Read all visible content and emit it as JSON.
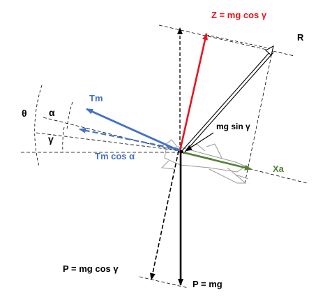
{
  "labels": {
    "z": "Z = mg cos γ",
    "r": "R",
    "tm": "Tm",
    "tm_cos": "Tm cos α",
    "mg_sin": "mg sin γ",
    "xa": "Xa",
    "p_cos": "P = mg cos γ",
    "p": "P = mg",
    "theta": "θ",
    "alpha": "α",
    "gamma": "γ"
  },
  "colors": {
    "z": "#e8141c",
    "tm": "#4472c4",
    "xa": "#548235",
    "black": "#000000",
    "aircraft": "#9a9a9a"
  }
}
